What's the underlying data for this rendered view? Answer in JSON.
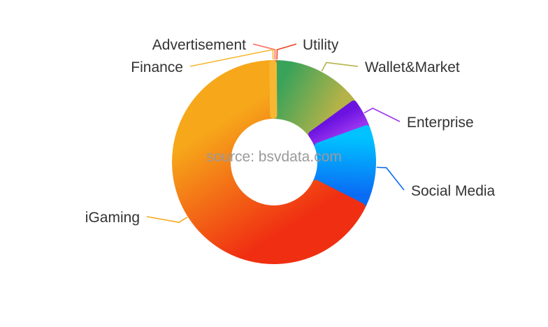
{
  "watermark": "source: bsvdata.com",
  "chart_data": {
    "type": "pie",
    "variant": "donut-rounded",
    "title": "",
    "categories": [
      "Advertisement",
      "Utility",
      "Wallet&Market",
      "Enterprise",
      "Social Media",
      "iGaming",
      "Finance"
    ],
    "values": [
      0.3,
      0.3,
      14.2,
      4.5,
      13.0,
      67.4,
      0.3
    ],
    "colors": [
      [
        "#ff6a5c",
        "#ff6a5c"
      ],
      [
        "#f0441c",
        "#f0441c"
      ],
      [
        "#3aa35a",
        "#b4b248"
      ],
      [
        "#6a12e0",
        "#9a34f0"
      ],
      [
        "#00c2ff",
        "#0a6cf5"
      ],
      [
        "#f02f12",
        "#f6a81a"
      ],
      [
        "#f7b733",
        "#f7b733"
      ]
    ],
    "legend": "none",
    "labels_outside": true
  }
}
